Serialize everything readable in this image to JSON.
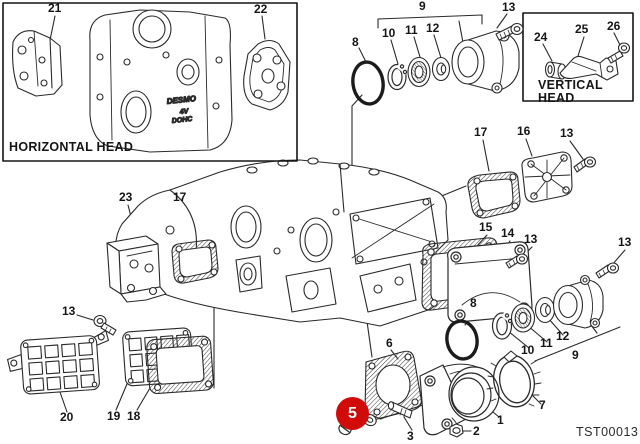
{
  "figure": {
    "code": "TST00013",
    "boxes": {
      "horizontal_head": {
        "label": "HORIZONTAL HEAD"
      },
      "vertical_head": {
        "label": "VERTICAL HEAD"
      }
    },
    "engine_logo": {
      "line1": "DESMO",
      "line2": "4V",
      "line3": "DOHC"
    },
    "highlight": {
      "text": "5",
      "color": "#d10a0a"
    },
    "callouts": [
      {
        "text": "21"
      },
      {
        "text": "22"
      },
      {
        "text": "9"
      },
      {
        "text": "13"
      },
      {
        "text": "8"
      },
      {
        "text": "10"
      },
      {
        "text": "11"
      },
      {
        "text": "12"
      },
      {
        "text": "24"
      },
      {
        "text": "25"
      },
      {
        "text": "26"
      },
      {
        "text": "17"
      },
      {
        "text": "16"
      },
      {
        "text": "13"
      },
      {
        "text": "23"
      },
      {
        "text": "17"
      },
      {
        "text": "15"
      },
      {
        "text": "14"
      },
      {
        "text": "13"
      },
      {
        "text": "13"
      },
      {
        "text": "13"
      },
      {
        "text": "8"
      },
      {
        "text": "10"
      },
      {
        "text": "11"
      },
      {
        "text": "12"
      },
      {
        "text": "9"
      },
      {
        "text": "6"
      },
      {
        "text": "20"
      },
      {
        "text": "19"
      },
      {
        "text": "18"
      },
      {
        "text": "3"
      },
      {
        "text": "2"
      },
      {
        "text": "1"
      },
      {
        "text": "7"
      }
    ]
  }
}
